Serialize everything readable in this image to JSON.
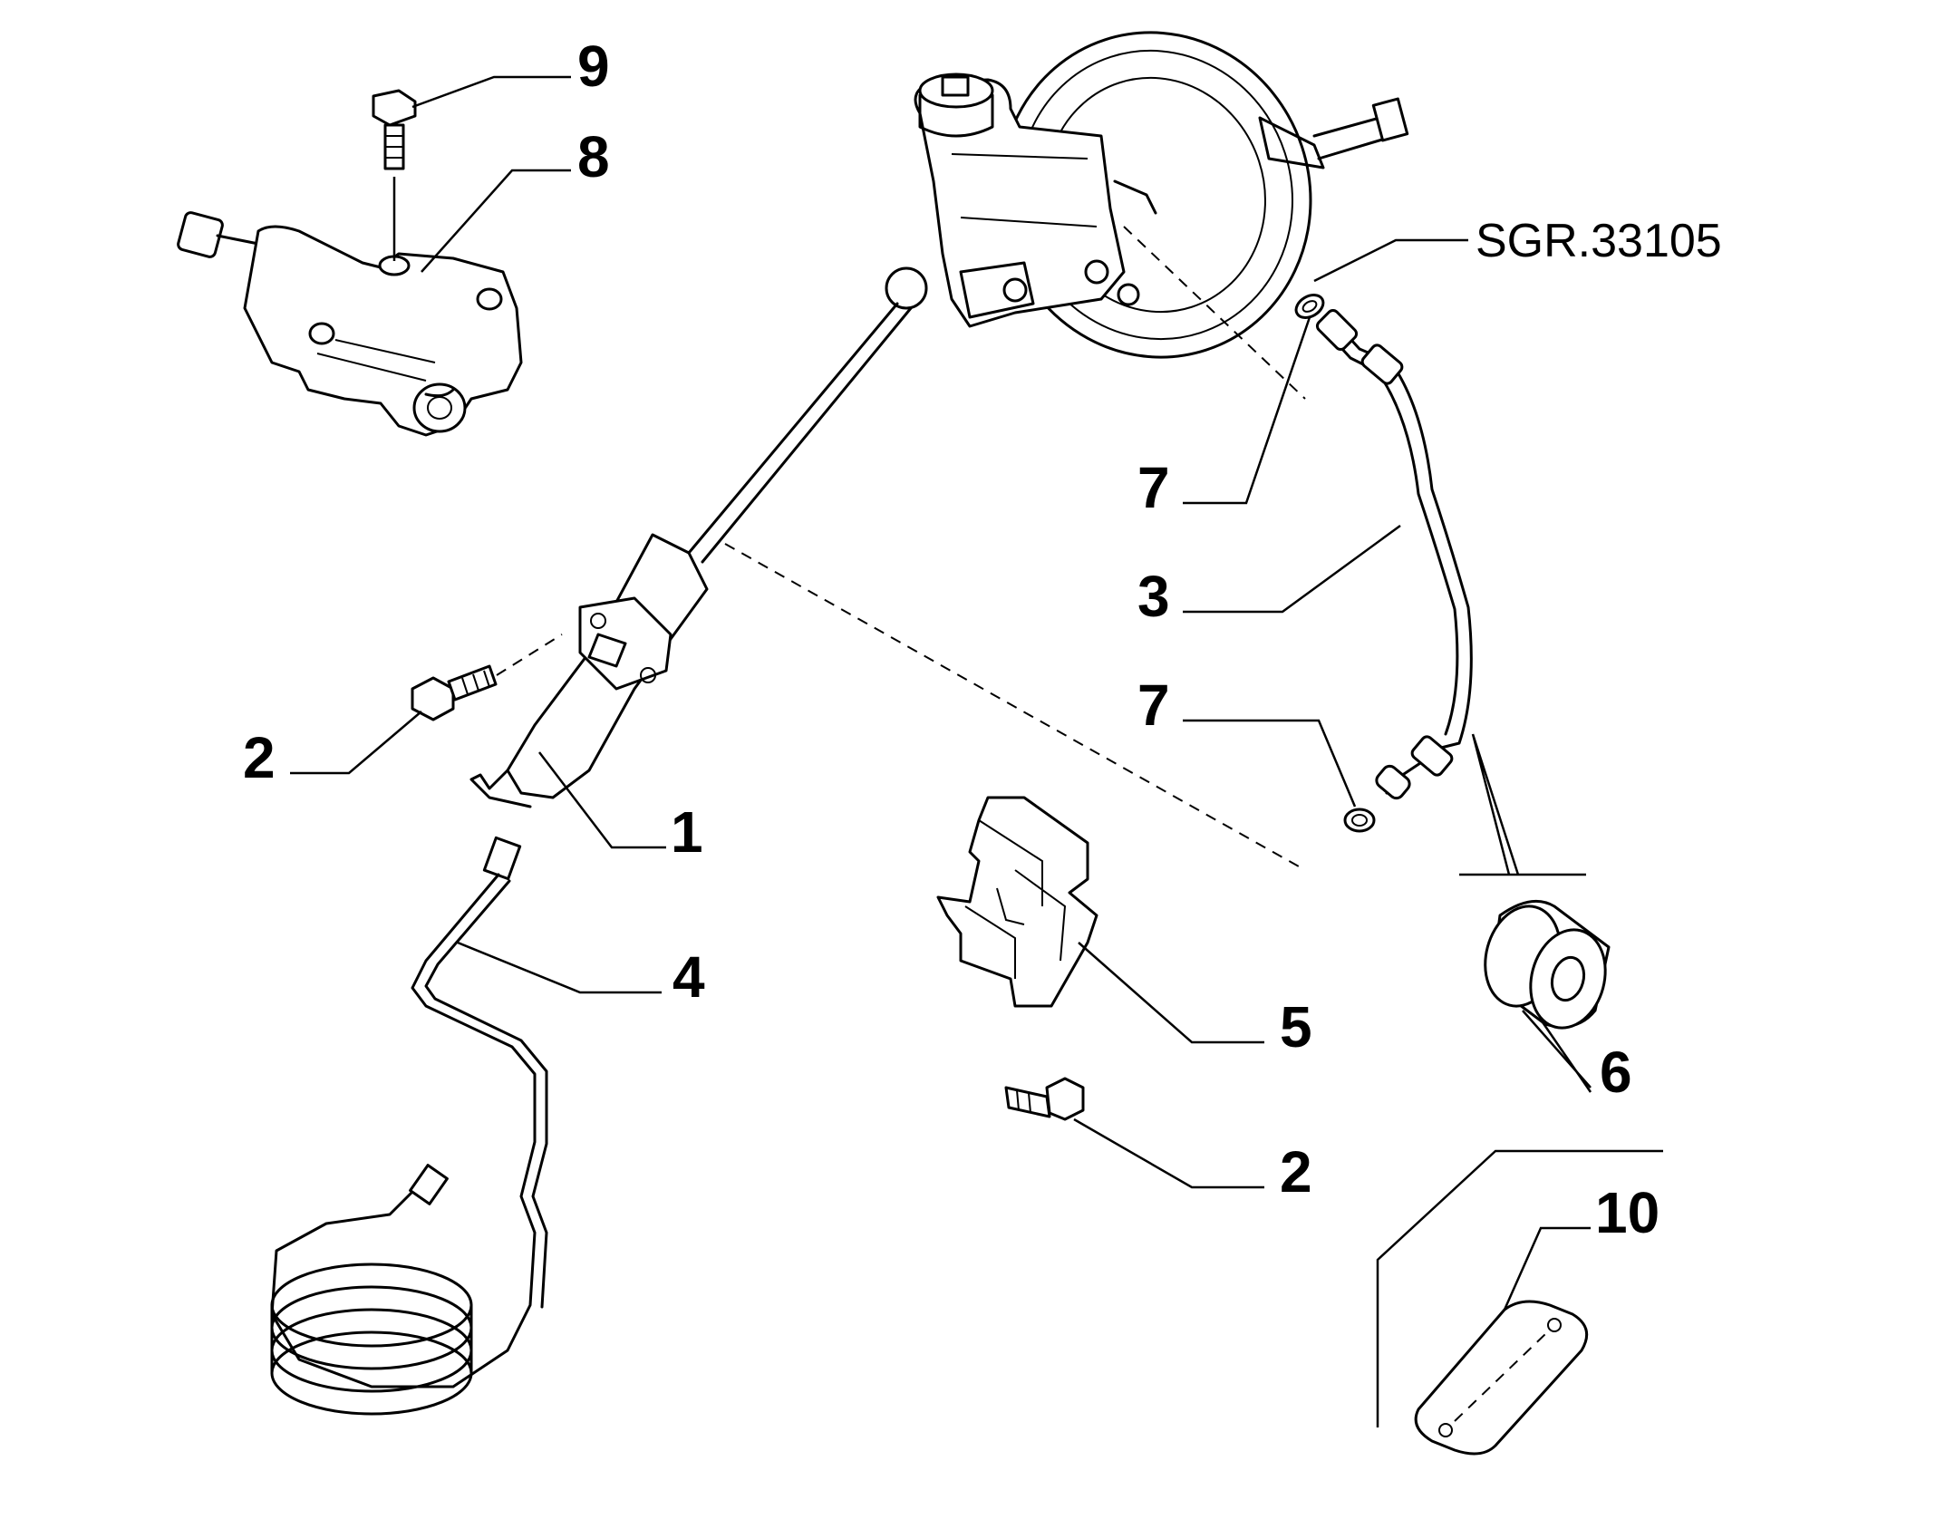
{
  "diagram": {
    "reference": "SGR.33105",
    "callouts": [
      "9",
      "8",
      "7",
      "3",
      "7",
      "2",
      "1",
      "4",
      "5",
      "6",
      "2",
      "10"
    ]
  }
}
